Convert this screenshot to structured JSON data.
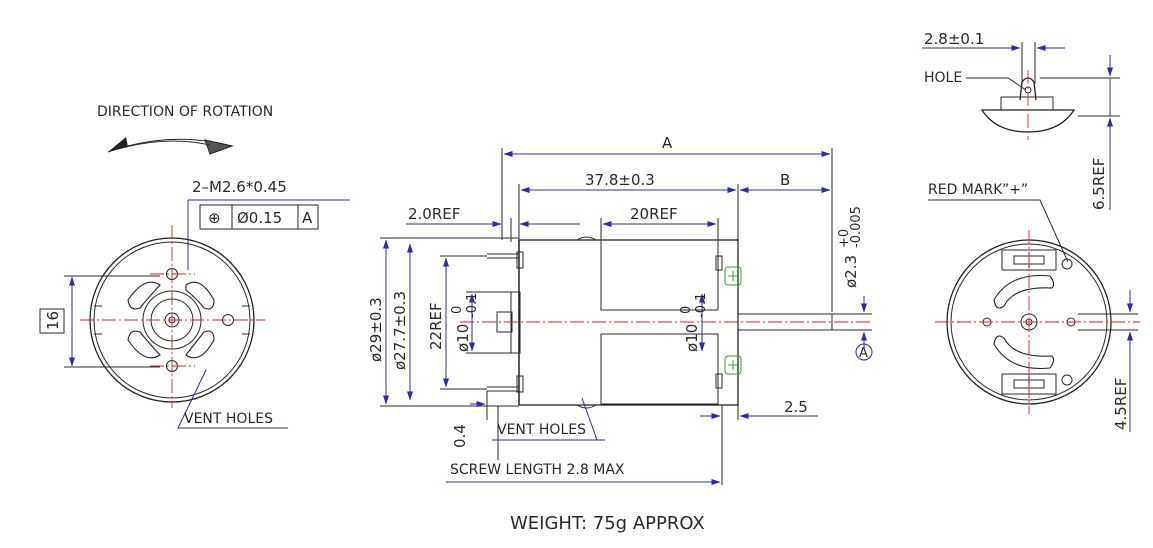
{
  "labels": {
    "direction": "DIRECTION OF ROTATION",
    "thread": "2–M2.6*0.45",
    "tol_symbol": "⊕",
    "tol_value": "Ø0.15",
    "tol_datum": "A",
    "vent_holes": "VENT HOLES",
    "hole": "HOLE",
    "red_mark": "RED MARK”+”",
    "screw_length": "SCREW LENGTH  2.8 MAX",
    "weight": "WEIGHT: 75g  APPROX",
    "datum_a": "A"
  },
  "dims": {
    "front_16": "16",
    "overall_a": "A",
    "len_37": "37.8±0.3",
    "shaft_b": "B",
    "ref_2": "2.0REF",
    "ref_20": "20REF",
    "dia_29": "ø29±0.3",
    "dia_277": "ø27.7±0.3",
    "ref_22": "22REF",
    "dia_10_left": "ø10",
    "tol_0": "0",
    "tol_m01": "-0.1",
    "dia_10_right": "ø10",
    "dia_23": "ø2.3",
    "tol_p0": "+0",
    "tol_m0005": "-0.005",
    "val_04": "0.4",
    "val_25": "2.5",
    "terminal_28": "2.8±0.1",
    "ref_65": "6.5REF",
    "ref_45": "4.5REF"
  },
  "colors": {
    "line": "#222222",
    "dimension": "#2b2bb0",
    "centerline": "#dd2222",
    "bearing_mark": "#22aa22"
  }
}
